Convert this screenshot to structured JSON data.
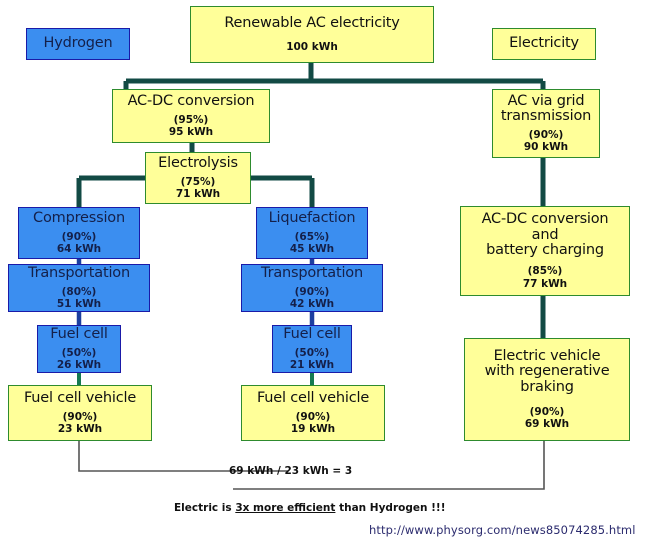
{
  "diagram": {
    "title": "Hydrogen vs Electricity energy pathway efficiency flowchart",
    "colors": {
      "yellow_fill": "#ffff99",
      "yellow_border": "#2e8b2e",
      "blue_fill": "#3b8ef0",
      "blue_border": "#1a1aa8",
      "connector_green": "#124a44",
      "connector_blue": "#1c3fa0",
      "bracket_gray": "#555555",
      "url_color": "#2b2b6e"
    },
    "legend": {
      "hydrogen_label": "Hydrogen",
      "electricity_label": "Electricity"
    },
    "nodes": [
      {
        "id": "source",
        "title": "Renewable AC electricity",
        "efficiency": "",
        "energy": "100 kWh",
        "style": "yellow"
      },
      {
        "id": "ac-dc-conversion",
        "title": "AC-DC conversion",
        "efficiency": "(95%)",
        "energy": "95 kWh",
        "style": "yellow"
      },
      {
        "id": "electrolysis",
        "title": "Electrolysis",
        "efficiency": "(75%)",
        "energy": "71 kWh",
        "style": "yellow"
      },
      {
        "id": "ac-via-grid-transmission",
        "title": "AC via grid\ntransmission",
        "efficiency": "(90%)",
        "energy": "90 kWh",
        "style": "yellow"
      },
      {
        "id": "compression",
        "title": "Compression",
        "efficiency": "(90%)",
        "energy": "64 kWh",
        "style": "blue"
      },
      {
        "id": "liquefaction",
        "title": "Liquefaction",
        "efficiency": "(65%)",
        "energy": "45 kWh",
        "style": "blue"
      },
      {
        "id": "ac-dc-conversion-battery-charging",
        "title": "AC-DC conversion\nand\nbattery charging",
        "efficiency": "(85%)",
        "energy": "77 kWh",
        "style": "yellow"
      },
      {
        "id": "transportation-compressed",
        "title": "Transportation",
        "efficiency": "(80%)",
        "energy": "51 kWh",
        "style": "blue"
      },
      {
        "id": "transportation-liquid",
        "title": "Transportation",
        "efficiency": "(90%)",
        "energy": "42 kWh",
        "style": "blue"
      },
      {
        "id": "fuel-cell-compressed",
        "title": "Fuel cell",
        "efficiency": "(50%)",
        "energy": "26 kWh",
        "style": "blue"
      },
      {
        "id": "fuel-cell-liquid",
        "title": "Fuel cell",
        "efficiency": "(50%)",
        "energy": "21 kWh",
        "style": "blue"
      },
      {
        "id": "electric-vehicle-regenerative-braking",
        "title": "Electric vehicle\nwith regenerative\nbraking",
        "efficiency": "(90%)",
        "energy": "69 kWh",
        "style": "yellow"
      },
      {
        "id": "fuel-cell-vehicle-compressed",
        "title": "Fuel cell vehicle",
        "efficiency": "(90%)",
        "energy": "23 kWh",
        "style": "yellow"
      },
      {
        "id": "fuel-cell-vehicle-liquid",
        "title": "Fuel cell vehicle",
        "efficiency": "(90%)",
        "energy": "19 kWh",
        "style": "yellow"
      }
    ],
    "annotations": {
      "ratio": "69 kWh / 23 kWh = 3",
      "conclusion_prefix": "Electric is ",
      "conclusion_emphasis": "3x more efficient",
      "conclusion_suffix": " than Hydrogen !!!",
      "source_url": "http://www.physorg.com/news85074285.html"
    }
  }
}
